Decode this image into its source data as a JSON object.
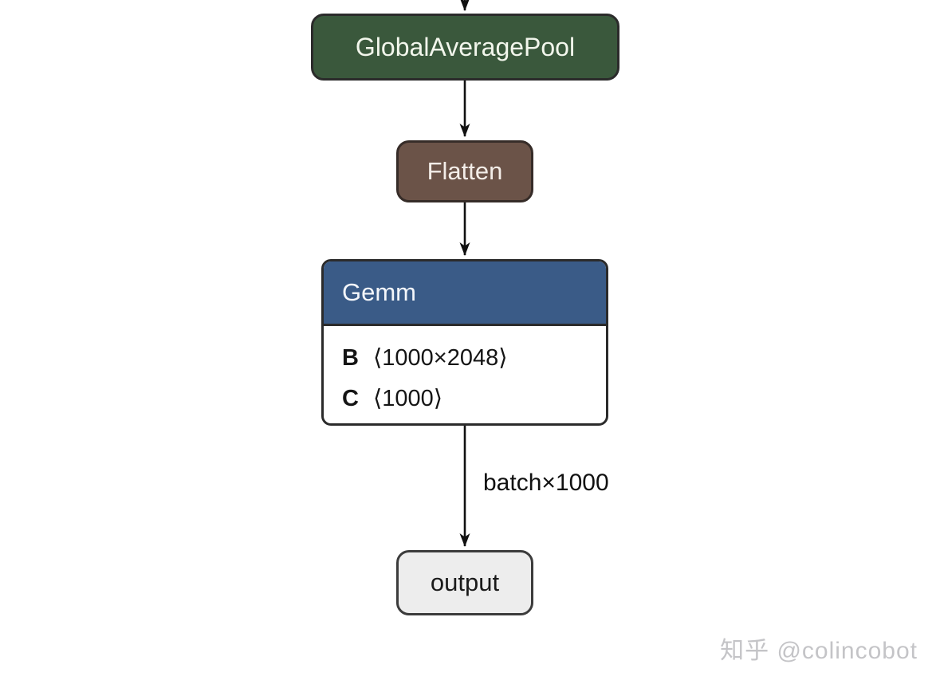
{
  "diagram": {
    "type": "model-graph",
    "nodes": {
      "global_average_pool": {
        "label": "GlobalAveragePool",
        "color": "#3a583c",
        "text_color": "#f2f6ec"
      },
      "flatten": {
        "label": "Flatten",
        "color": "#6b5348",
        "text_color": "#f3ede8"
      },
      "gemm": {
        "title": "Gemm",
        "header_color": "#3a5b87",
        "body_color": "#ffffff",
        "params": [
          {
            "name": "B",
            "shape": "⟨1000×2048⟩"
          },
          {
            "name": "C",
            "shape": "⟨1000⟩"
          }
        ]
      },
      "output": {
        "label": "output",
        "color": "#ededed",
        "text_color": "#1a1a1a"
      }
    },
    "edges": [
      {
        "from": "offscreen-above",
        "to": "global_average_pool",
        "label": ""
      },
      {
        "from": "global_average_pool",
        "to": "flatten",
        "label": ""
      },
      {
        "from": "flatten",
        "to": "gemm",
        "label": ""
      },
      {
        "from": "gemm",
        "to": "output",
        "label": "batch×1000"
      }
    ],
    "edge_color": "#111111",
    "border_color": "#2b2b2b"
  },
  "watermark": {
    "text": "知乎 @colincobot",
    "color": "#c4c4c7"
  }
}
